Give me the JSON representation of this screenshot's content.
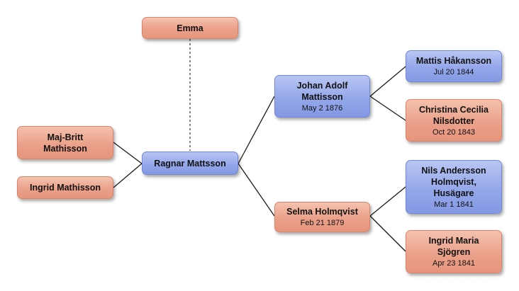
{
  "people": {
    "emma": {
      "name": "Emma",
      "gender": "female"
    },
    "majbritt": {
      "name": "Maj-Britt Mathisson",
      "gender": "female"
    },
    "ingrid_m": {
      "name": "Ingrid Mathisson",
      "gender": "female"
    },
    "ragnar": {
      "name": "Ragnar Mattsson",
      "gender": "male"
    },
    "johan": {
      "name": "Johan Adolf Mattisson",
      "date": "May 2 1876",
      "gender": "male"
    },
    "selma": {
      "name": "Selma Holmqvist",
      "date": "Feb 21 1879",
      "gender": "female"
    },
    "mattis": {
      "name": "Mattis Håkansson",
      "date": "Jul 20 1844",
      "gender": "male"
    },
    "christina": {
      "name": "Christina Cecilia Nilsdotter",
      "date": "Oct 20 1843",
      "gender": "female"
    },
    "nils": {
      "name": "Nils Andersson Holmqvist, Husägare",
      "date": "Mar 1 1841",
      "gender": "male"
    },
    "ingrid_s": {
      "name": "Ingrid Maria Sjögren",
      "date": "Apr 23 1841",
      "gender": "female"
    }
  },
  "relations": [
    {
      "from": "emma",
      "to": "ragnar",
      "type": "spouse"
    },
    {
      "from": "majbritt",
      "to": "ragnar",
      "type": "child"
    },
    {
      "from": "ingrid_m",
      "to": "ragnar",
      "type": "child"
    },
    {
      "from": "ragnar",
      "to": "johan",
      "type": "parent"
    },
    {
      "from": "ragnar",
      "to": "selma",
      "type": "parent"
    },
    {
      "from": "johan",
      "to": "mattis",
      "type": "parent"
    },
    {
      "from": "johan",
      "to": "christina",
      "type": "parent"
    },
    {
      "from": "selma",
      "to": "nils",
      "type": "parent"
    },
    {
      "from": "selma",
      "to": "ingrid_s",
      "type": "parent"
    }
  ],
  "colors": {
    "male": "#94a7ea",
    "female": "#eba18a",
    "line": "#1a1a1a"
  }
}
